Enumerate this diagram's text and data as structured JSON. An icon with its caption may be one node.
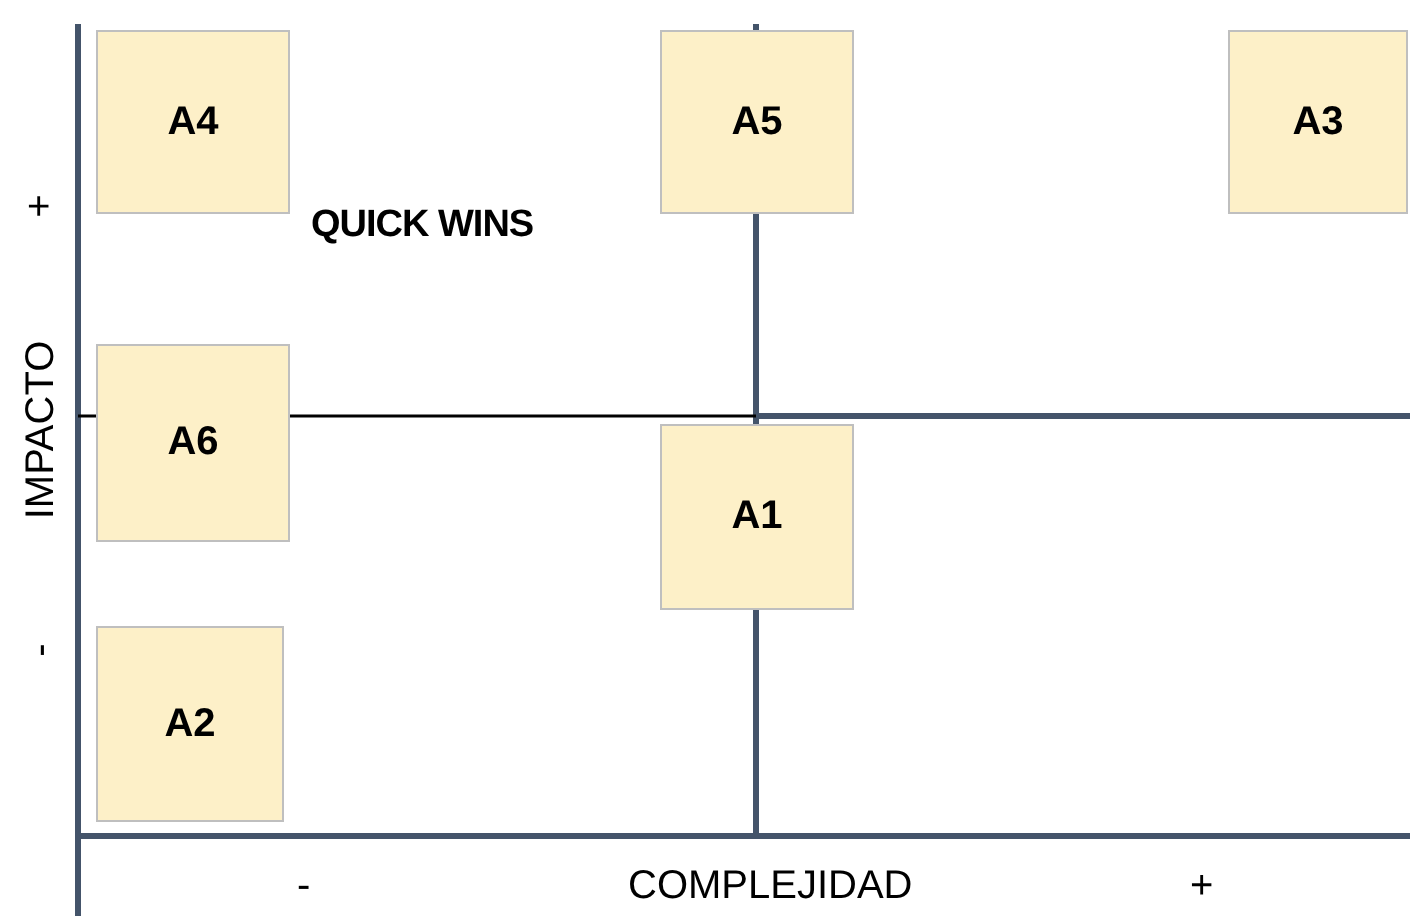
{
  "diagram": {
    "nodes": [
      {
        "text": [
          "A4"
        ]
      },
      {
        "text": [
          "A5"
        ]
      },
      {
        "text": [
          "A3"
        ]
      },
      {
        "text": [
          "A6"
        ]
      },
      {
        "text": [
          "A1"
        ]
      },
      {
        "text": [
          "A2"
        ]
      }
    ],
    "labels": [
      "+",
      "QUICK WINS",
      "IMPACTO",
      "-",
      "-",
      "COMPLEJIDAD",
      "+"
    ]
  }
}
